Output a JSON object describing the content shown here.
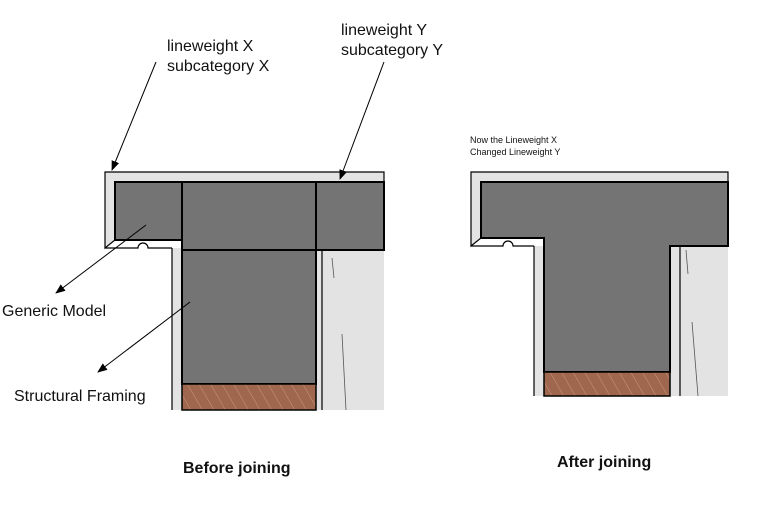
{
  "labels": {
    "lineweight_x": "lineweight X",
    "subcategory_x": "subcategory X",
    "lineweight_y": "lineweight Y",
    "subcategory_y": "subcategory Y",
    "generic_model": "Generic Model",
    "structural_framing": "Structural Framing",
    "note_line1": "Now the Lineweight X",
    "note_line2": "Changed Lineweight Y"
  },
  "captions": {
    "before": "Before joining",
    "after": "After joining"
  },
  "colors": {
    "dark_fill": "#747474",
    "light_fill": "#e3e3e3",
    "hatch_fill": "#a0674f",
    "outline": "#000000"
  }
}
